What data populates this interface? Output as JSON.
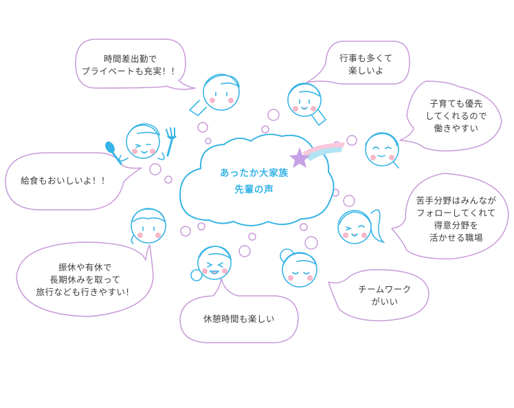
{
  "center": {
    "title": "あったか大家族\n先輩の声"
  },
  "bubbles": {
    "b1": "時間差出勤で\nプライベートも充実！！",
    "b2": "行事も多くて\n楽しいよ",
    "b3": "子育ても優先\nしてくれるので\n働きやすい",
    "b4": "給食もおいしいよ！！",
    "b5": "苦手分野はみんなが\nフォローしてくれて\n得意分野を\n活かせる職場",
    "b6": "振休や有休で\n長期休みを取って\n旅行なども行きやすい！",
    "b7": "チームワーク\nがいい",
    "b8": "休憩時間も楽しい"
  },
  "colors": {
    "bubble_outline": "#c89ad8",
    "face_outline": "#37b4e5",
    "cheek": "#f6b8cb",
    "star": "#c6a3e6",
    "star_trail": [
      "#f8c8da",
      "#b2e3f3",
      "#f4d7b7"
    ]
  }
}
